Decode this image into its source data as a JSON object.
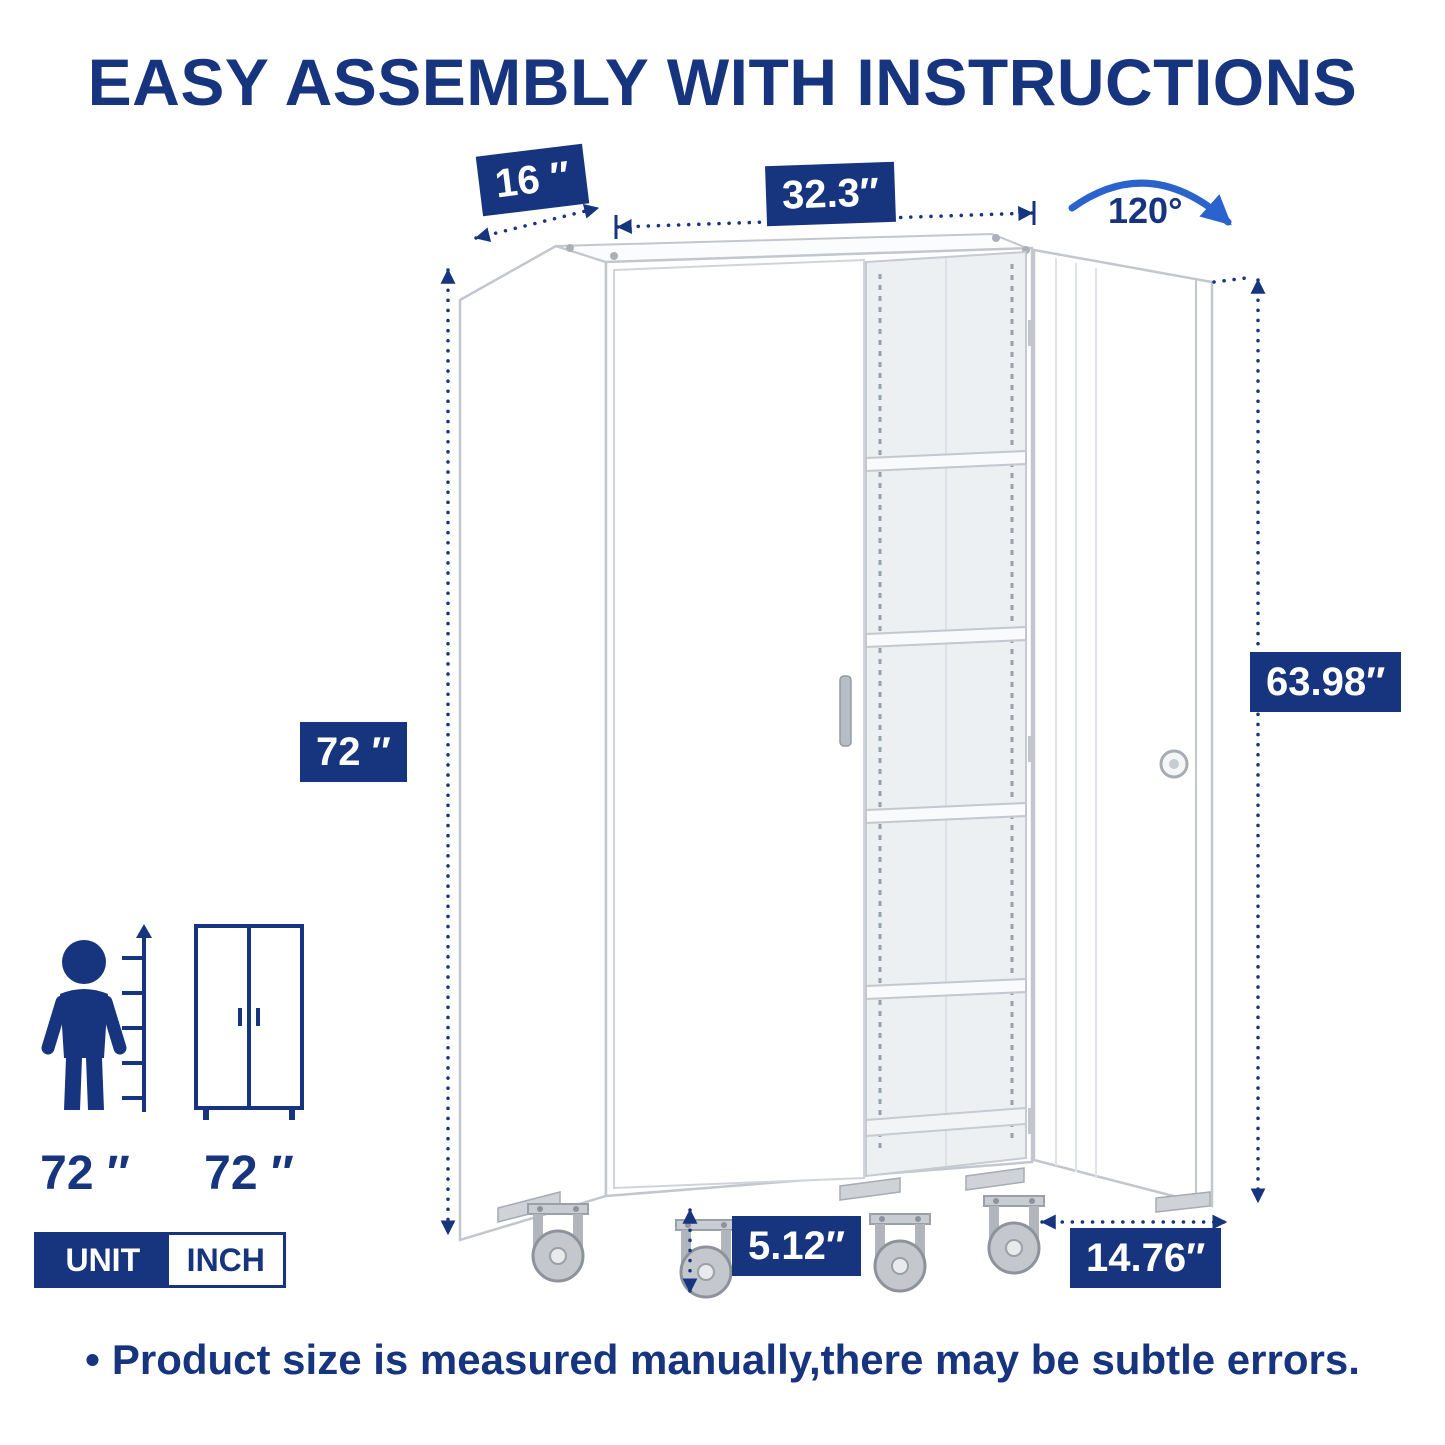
{
  "title": "EASY ASSEMBLY WITH INSTRUCTIONS",
  "colors": {
    "navy": "#17357e",
    "arrow_blue": "#2b63cc",
    "outline_gray": "#c2c7ce"
  },
  "dimensions": {
    "depth": "16 ″",
    "width": "32.3″",
    "open_angle": "120°",
    "overall_height": "72 ″",
    "door_height": "63.98″",
    "caster_height": "5.12″",
    "open_door_width": "14.76″"
  },
  "reference": {
    "person_height": "72 ″",
    "cabinet_height": "72 ″",
    "unit_label": "UNIT",
    "unit_value": "INCH"
  },
  "icons": {
    "person": "standing-person",
    "mini_cabinet": "two-door-cabinet-outline",
    "ruler": "height-ruler-ticks",
    "rotation_arrow": "curved-rotation-arrow",
    "lock": "door-lock"
  },
  "footer": {
    "bullet": "•",
    "note": "Product size is measured manually,there may be subtle errors."
  }
}
